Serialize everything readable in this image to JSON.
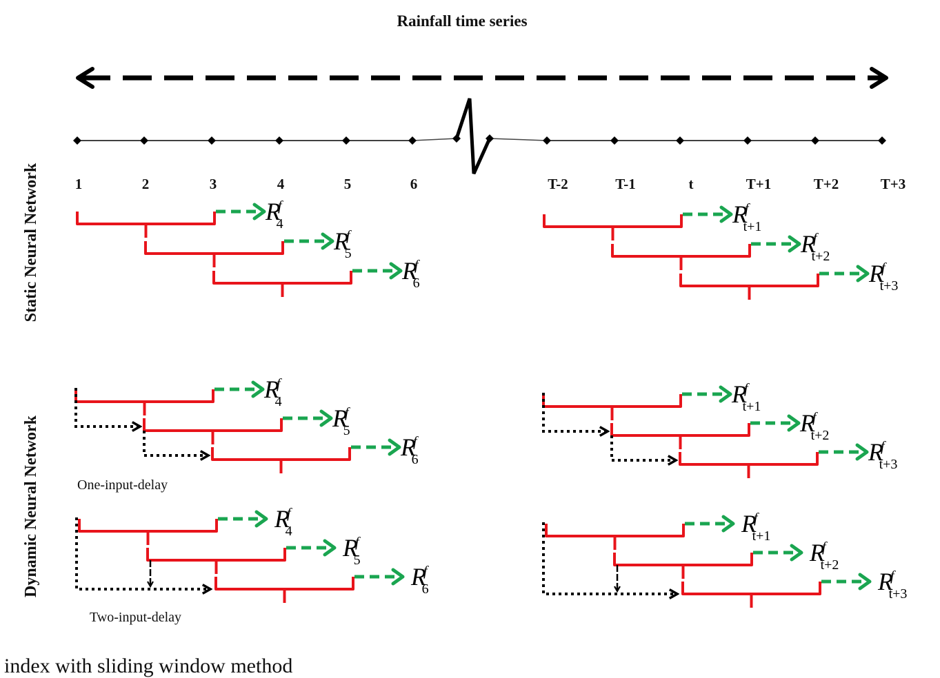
{
  "title": "Rainfall time series",
  "timeline": {
    "left_ticks": [
      "1",
      "2",
      "3",
      "4",
      "5",
      "6"
    ],
    "right_ticks": [
      "T-2",
      "T-1",
      "t",
      "T+1",
      "T+2",
      "T+3"
    ],
    "break_symbol": "zigzag-break"
  },
  "side_labels": {
    "static": "Static Neural Network",
    "dynamic": "Dynamic Neural Network"
  },
  "colors": {
    "window": "#e8141b",
    "forecast_arrow": "#1aa550",
    "delay_arrow": "#000000",
    "axis": "#000000"
  },
  "panels": [
    {
      "id": "static-left",
      "network": "static",
      "delay": 0,
      "outputs": [
        {
          "main": "R",
          "sup": "f",
          "sub": "4"
        },
        {
          "main": "R",
          "sup": "f",
          "sub": "5"
        },
        {
          "main": "R",
          "sup": "f",
          "sub": "6"
        }
      ]
    },
    {
      "id": "static-right",
      "network": "static",
      "delay": 0,
      "outputs": [
        {
          "main": "R",
          "sup": "f",
          "sub": "t+1"
        },
        {
          "main": "R",
          "sup": "f",
          "sub": "t+2"
        },
        {
          "main": "R",
          "sup": "f",
          "sub": "t+3"
        }
      ]
    },
    {
      "id": "dynamic1-left",
      "network": "dynamic",
      "delay": 1,
      "label": "One-input-delay",
      "outputs": [
        {
          "main": "R",
          "sup": "f",
          "sub": "4"
        },
        {
          "main": "R",
          "sup": "f",
          "sub": "5"
        },
        {
          "main": "R",
          "sup": "f",
          "sub": "6"
        }
      ]
    },
    {
      "id": "dynamic1-right",
      "network": "dynamic",
      "delay": 1,
      "outputs": [
        {
          "main": "R",
          "sup": "f",
          "sub": "t+1"
        },
        {
          "main": "R",
          "sup": "f",
          "sub": "t+2"
        },
        {
          "main": "R",
          "sup": "f",
          "sub": "t+3"
        }
      ]
    },
    {
      "id": "dynamic2-left",
      "network": "dynamic",
      "delay": 2,
      "label": "Two-input-delay",
      "outputs": [
        {
          "main": "R",
          "sup": "f",
          "sub": "4"
        },
        {
          "main": "R",
          "sup": "f",
          "sub": "5"
        },
        {
          "main": "R",
          "sup": "f",
          "sub": "6"
        }
      ]
    },
    {
      "id": "dynamic2-right",
      "network": "dynamic",
      "delay": 2,
      "outputs": [
        {
          "main": "R",
          "sup": "f",
          "sub": "t+1"
        },
        {
          "main": "R",
          "sup": "f",
          "sub": "t+2"
        },
        {
          "main": "R",
          "sup": "f",
          "sub": "t+3"
        }
      ]
    }
  ],
  "caption": "index with sliding window method"
}
